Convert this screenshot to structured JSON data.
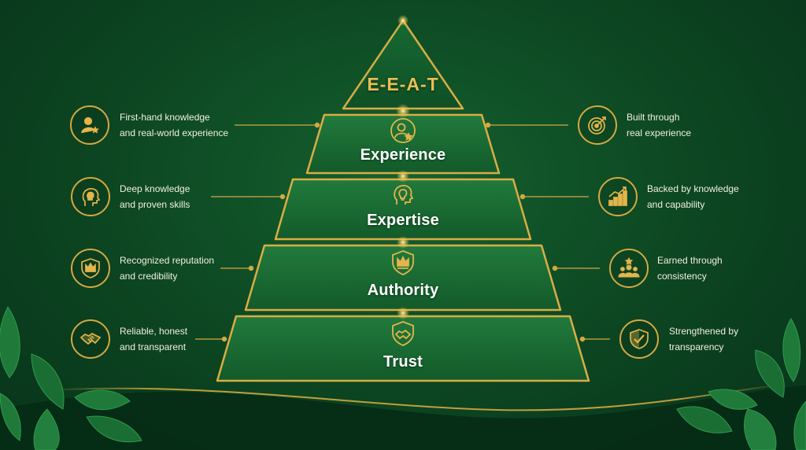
{
  "apex": {
    "label": "E-E-A-T"
  },
  "tiers": [
    {
      "label": "Experience",
      "icon": "person-star-icon"
    },
    {
      "label": "Expertise",
      "icon": "head-lightbulb-icon"
    },
    {
      "label": "Authority",
      "icon": "crown-shield-icon"
    },
    {
      "label": "Trust",
      "icon": "handshake-shield-icon"
    }
  ],
  "left_descriptions": [
    {
      "line1": "First-hand knowledge",
      "line2": "and real-world experience",
      "icon": "person-star-icon"
    },
    {
      "line1": "Deep knowledge",
      "line2": "and proven skills",
      "icon": "head-lightbulb-icon"
    },
    {
      "line1": "Recognized reputation",
      "line2": "and credibility",
      "icon": "crown-shield-icon"
    },
    {
      "line1": "Reliable, honest",
      "line2": "and transparent",
      "icon": "handshake-icon"
    }
  ],
  "right_descriptions": [
    {
      "line1": "Built through",
      "line2": "real experience",
      "icon": "target-arrow-icon"
    },
    {
      "line1": "Backed by knowledge",
      "line2": "and capability",
      "icon": "growth-chart-icon"
    },
    {
      "line1": "Earned through",
      "line2": "consistency",
      "icon": "group-star-icon"
    },
    {
      "line1": "Strengthened by",
      "line2": "transparency",
      "icon": "check-shield-icon"
    }
  ],
  "colors": {
    "gold": "#d4a841",
    "gold_light": "#e8bf55",
    "green_tier": "#1b6b34",
    "background": "#0c4521"
  }
}
